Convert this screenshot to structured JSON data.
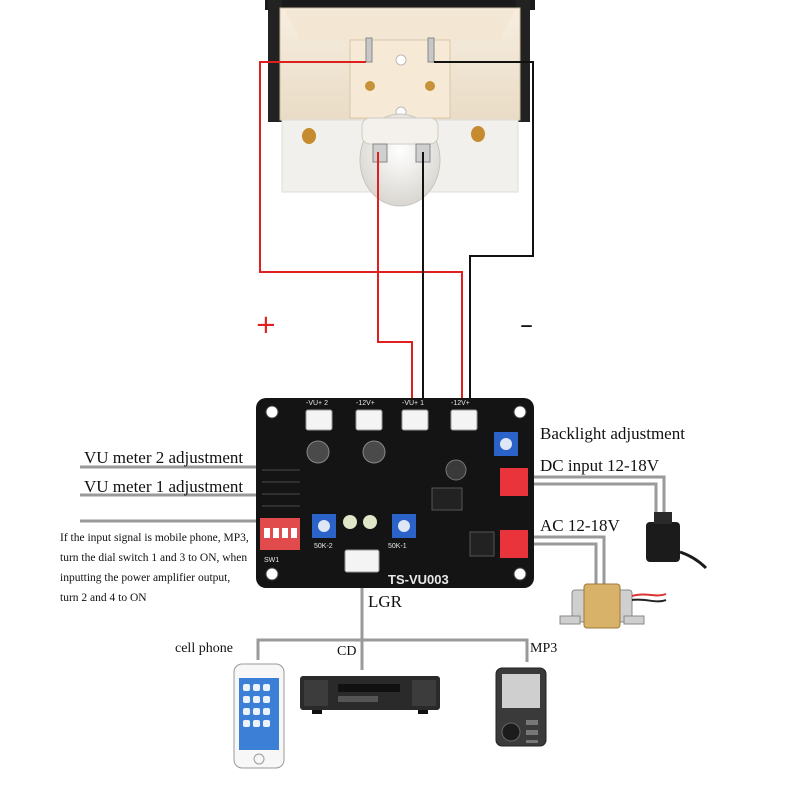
{
  "colors": {
    "wire_red": "#e0201e",
    "wire_black": "#111111",
    "guide_gray": "#9a9a9a",
    "board": "#141414",
    "trimmer_blue": "#2c63c8",
    "connector_red": "#e8343a"
  },
  "labels": {
    "plus": "+",
    "minus": "–",
    "vu2_adjust": "VU meter 2 adjustment",
    "vu1_adjust": "VU meter 1 adjustment",
    "input_note": "If the input signal is mobile phone, MP3, turn the dial switch 1 and 3 to ON, when inputting the power amplifier output, turn 2 and 4 to ON",
    "backlight": "Backlight adjustment",
    "dc_input": "DC input 12-18V",
    "ac_input": "AC 12-18V",
    "lgr": "LGR",
    "cell_phone": "cell phone",
    "cd": "CD",
    "mp3": "MP3"
  },
  "board": {
    "model": "TS-VU003",
    "connectors": [
      "-VU+ 2",
      "-12V+",
      "-VU+ 1",
      "-12V+"
    ],
    "trimmer_left": "50K-2",
    "trimmer_right": "50K-1",
    "switch": "SW1"
  },
  "icons": [
    "vu-meter-icon",
    "circuit-board-icon",
    "dc-adapter-icon",
    "transformer-icon",
    "smartphone-icon",
    "cd-player-icon",
    "mp3-player-icon"
  ]
}
